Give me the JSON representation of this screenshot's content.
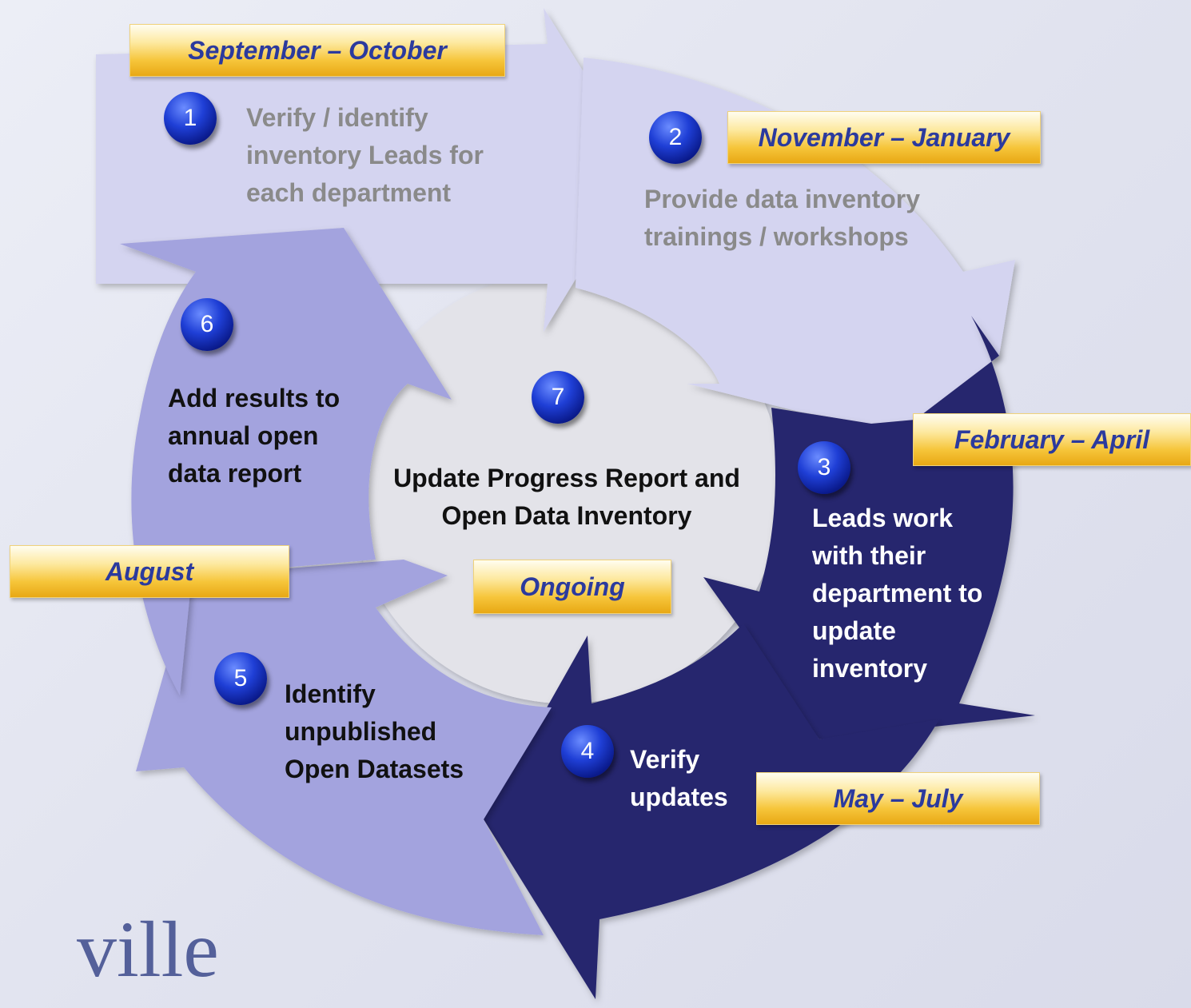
{
  "colors": {
    "light_arrow": "#d4d4f0",
    "mid_arrow": "#a3a3de",
    "dark_arrow": "#27276e",
    "center_disc": "#e2e2e8",
    "date_label_text": "#2b3a9e",
    "badge": "#1f3fd6"
  },
  "steps": [
    {
      "number": "1",
      "period": "September – October",
      "text": "Verify / identify inventory Leads for each department"
    },
    {
      "number": "2",
      "period": "November – January",
      "text": "Provide data inventory trainings / workshops"
    },
    {
      "number": "3",
      "period": "February – April",
      "text": "Leads work with their department to update inventory"
    },
    {
      "number": "4",
      "period": "May – July",
      "text": "Verify updates"
    },
    {
      "number": "5",
      "period": "August",
      "text": "Identify unpublished Open Datasets"
    },
    {
      "number": "6",
      "text": "Add results to annual open data report"
    },
    {
      "number": "7",
      "period": "Ongoing",
      "text": "Update Progress Report and Open Data Inventory"
    }
  ],
  "logo_fragment": "ville"
}
